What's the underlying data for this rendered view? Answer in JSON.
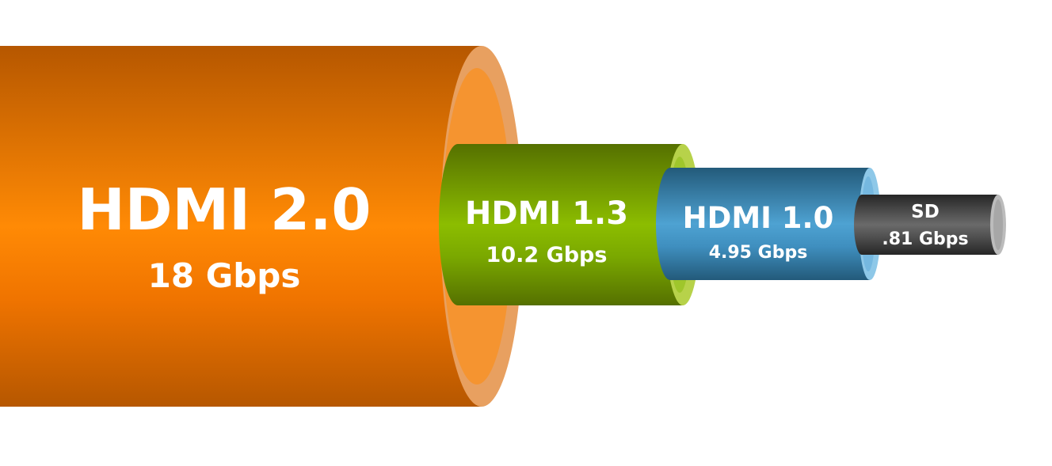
{
  "diagram": {
    "cables": [
      {
        "id": "hdmi-2-0",
        "name": "HDMI 2.0",
        "speed": "18 Gbps",
        "colors": {
          "light": "#ff8a05",
          "mid": "#f07400",
          "dark": "#b65700",
          "end": "#e8a060",
          "end_inner": "#ff8a0a"
        }
      },
      {
        "id": "hdmi-1-3",
        "name": "HDMI 1.3",
        "speed": "10.2 Gbps",
        "colors": {
          "light": "#8cbd00",
          "mid": "#7aa800",
          "dark": "#557000",
          "end": "#b7d24a",
          "end_inner": "#8dbb12"
        }
      },
      {
        "id": "hdmi-1-0",
        "name": "HDMI 1.0",
        "speed": "4.95 Gbps",
        "colors": {
          "light": "#4ea2d2",
          "mid": "#3f8fbf",
          "dark": "#235a7a",
          "end": "#8ec8e8",
          "end_inner": "#64aedb"
        }
      },
      {
        "id": "sd",
        "name": "SD",
        "speed": ".81 Gbps",
        "colors": {
          "light": "#6a6a6a",
          "mid": "#505050",
          "dark": "#262626",
          "end": "#bcbcbc",
          "end_inner": "#9a9a9a"
        }
      }
    ]
  }
}
